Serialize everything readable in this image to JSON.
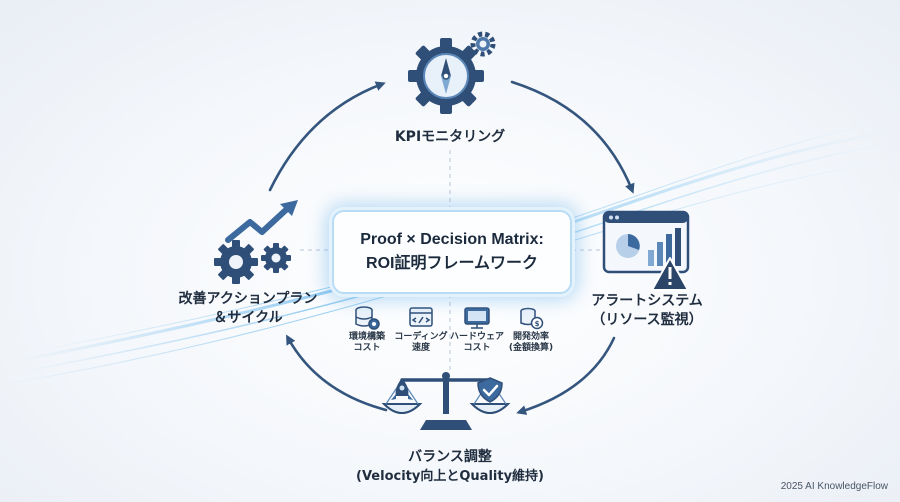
{
  "center": {
    "title_line1": "Proof × Decision Matrix:",
    "title_line2": "ROI証明フレームワーク"
  },
  "steps": {
    "top": {
      "label": "KPIモニタリング",
      "icon": "compass-gear-icon"
    },
    "right": {
      "label_line1": "アラートシステム",
      "label_line2": "（リソース監視）",
      "icon": "dashboard-warning-icon"
    },
    "bottom": {
      "label_line1": "バランス調整",
      "label_line2": "(Velocity向上とQuality維持)",
      "icon": "balance-scale-icon"
    },
    "left": {
      "label_line1": "改善アクションプラン",
      "label_line2": "＆サイクル",
      "icon": "gears-growth-arrow-icon"
    }
  },
  "metrics": [
    {
      "line1": "環境構築",
      "line2": "コスト",
      "icon": "database-gear-icon"
    },
    {
      "line1": "コーディング",
      "line2": "速度",
      "icon": "code-window-icon"
    },
    {
      "line1": "ハードウェア",
      "line2": "コスト",
      "icon": "monitor-icon"
    },
    {
      "line1": "開発効率",
      "line2": "(金額換算)",
      "icon": "coins-icon"
    }
  ],
  "footer": "2025 AI KnowledgeFlow",
  "colors": {
    "accent": "#3d6a9e",
    "dark": "#1f3552",
    "glow": "#62b0e8"
  }
}
